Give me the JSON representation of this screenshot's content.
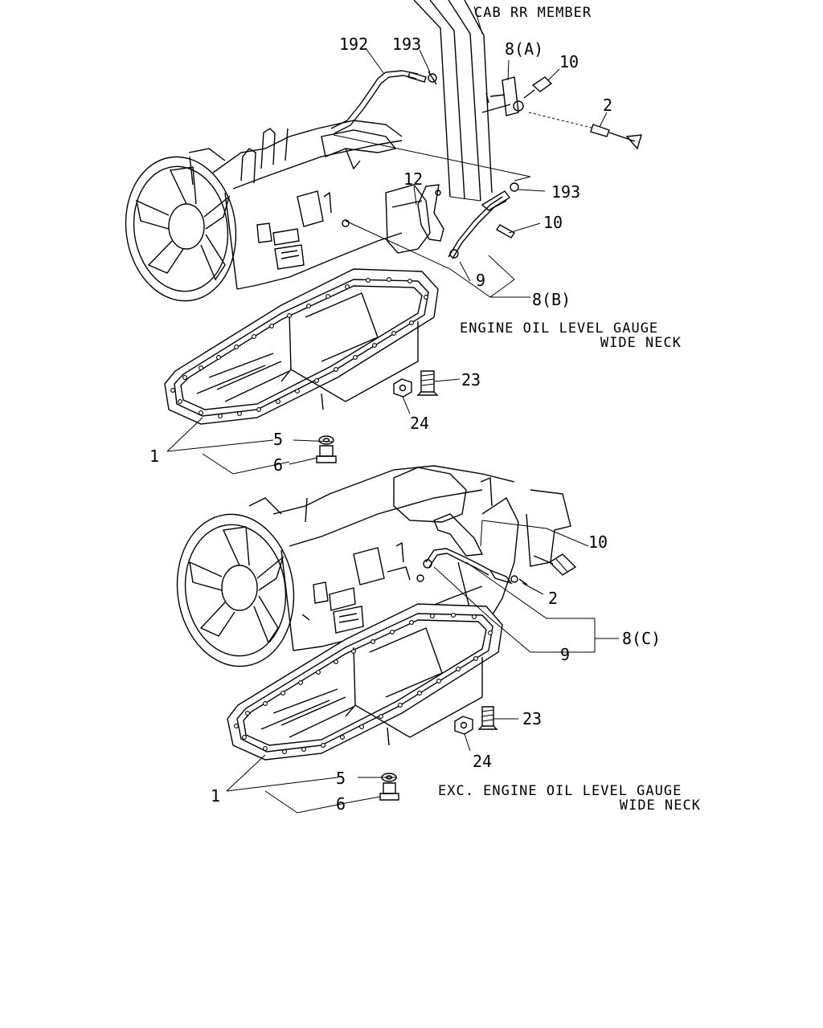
{
  "notes": {
    "cab_rr_member": "CAB RR MEMBER",
    "top_line1": "ENGINE OIL LEVEL GAUGE",
    "top_line2": "WIDE NECK",
    "bottom_line1": "EXC. ENGINE OIL LEVEL GAUGE",
    "bottom_line2": "WIDE NECK"
  },
  "callouts": {
    "top": {
      "c192": "192",
      "c193a": "193",
      "c8a": "8(A)",
      "c10a": "10",
      "c2": "2",
      "c12": "12",
      "c193b": "193",
      "c10b": "10",
      "c9": "9",
      "c8b": "8(B)",
      "c23": "23",
      "c24": "24",
      "c5": "5",
      "c1": "1",
      "c6": "6"
    },
    "bottom": {
      "c10": "10",
      "c2": "2",
      "c8c": "8(C)",
      "c9": "9",
      "c23": "23",
      "c24": "24",
      "c5": "5",
      "c1": "1",
      "c6": "6"
    }
  }
}
